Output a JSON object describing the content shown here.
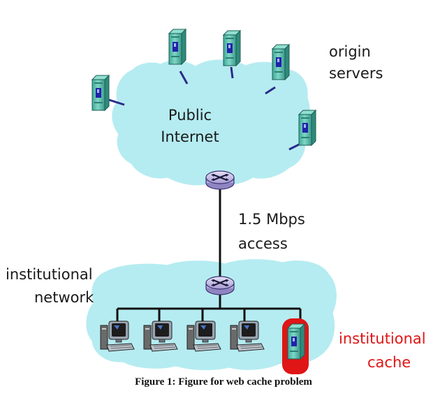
{
  "labels": {
    "origin_line1": "origin",
    "origin_line2": "servers",
    "public_line1": "Public",
    "public_line2": "Internet",
    "access_line1": "1.5 Mbps",
    "access_line2": "access",
    "inst_net_line1": "institutional",
    "inst_net_line2": "network",
    "inst_cache_line1": "institutional",
    "inst_cache_line2": "cache"
  },
  "caption": "Figure 1: Figure for web cache problem",
  "colors": {
    "cloud": "#b5ecf1",
    "server_body": "#5fc3b4",
    "server_screen": "#2222aa",
    "link": "#2b2b8a",
    "router": "#c7c0e8",
    "cache_highlight": "#e01515"
  },
  "icons": {
    "server": "server-icon",
    "router": "router-icon",
    "workstation": "workstation-icon"
  }
}
